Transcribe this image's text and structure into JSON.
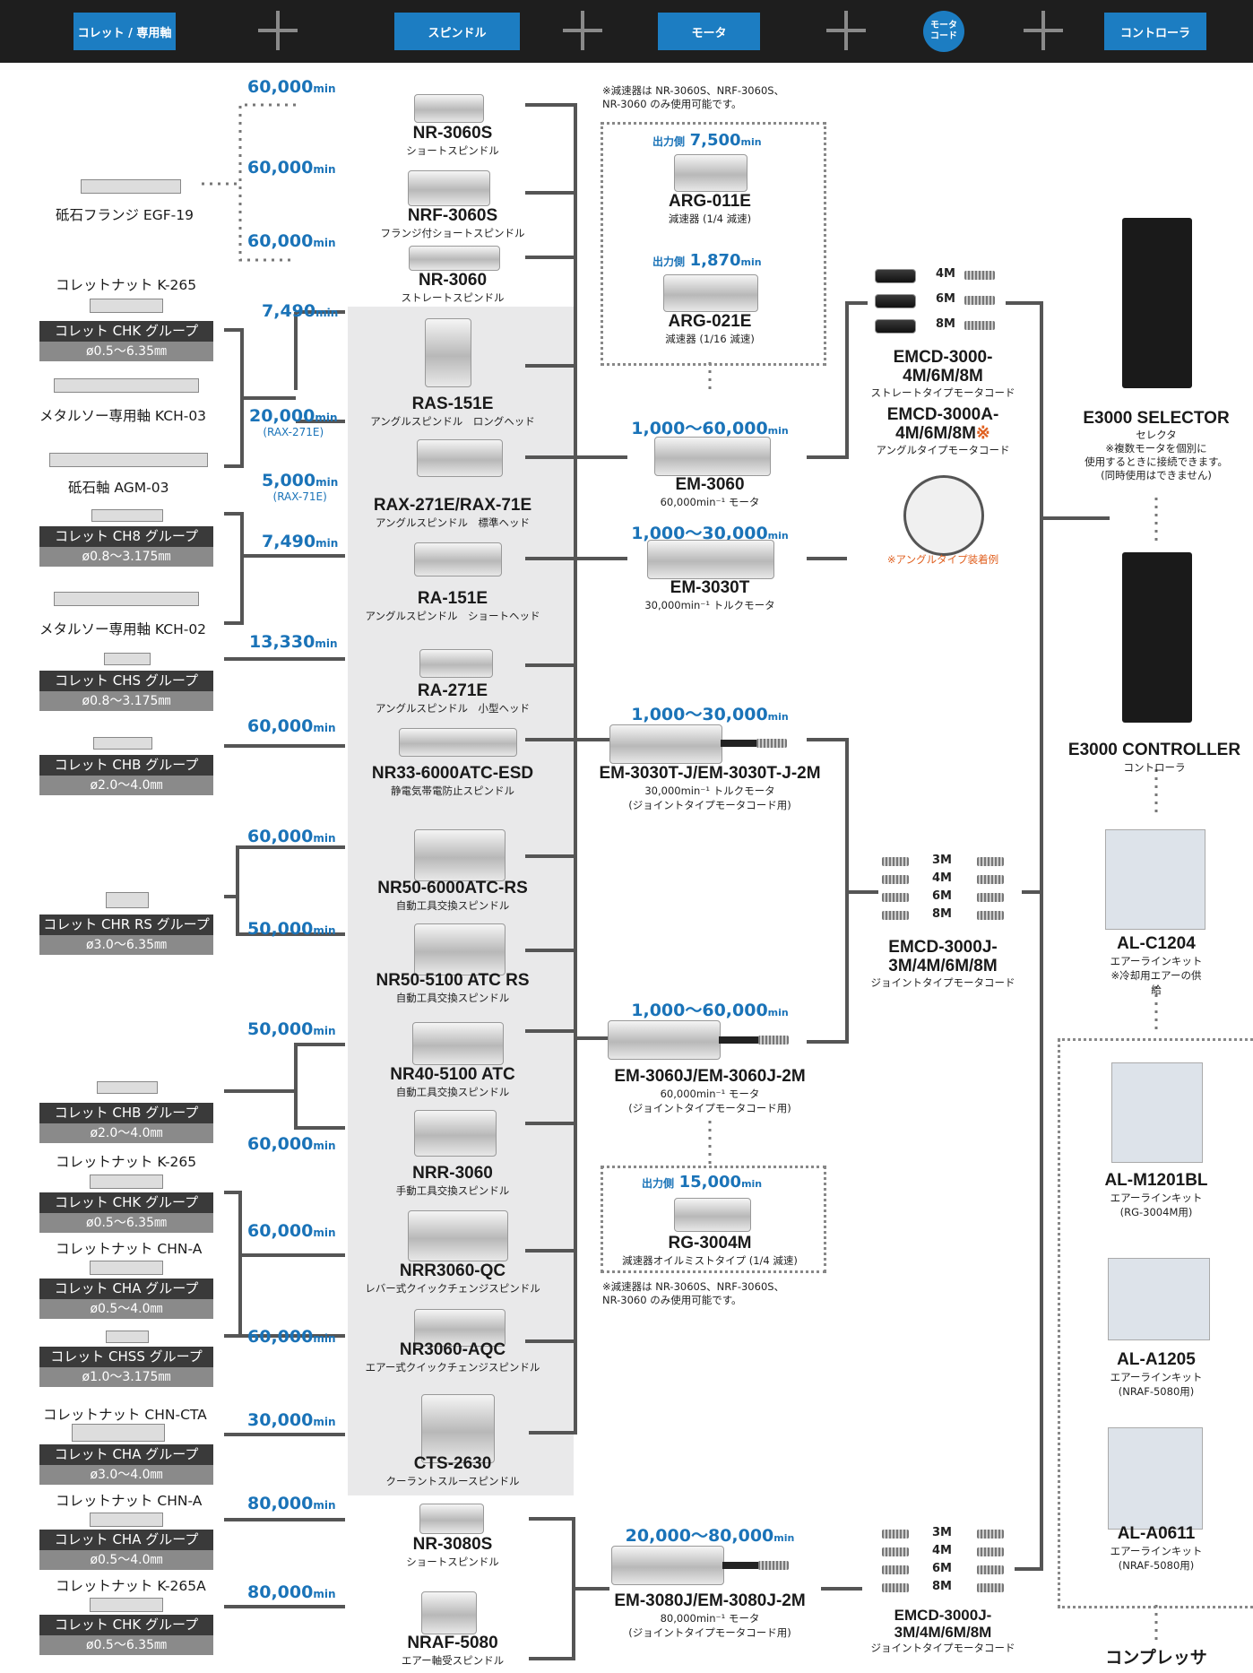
{
  "header": {
    "collet": "コレット / 専用軸",
    "spindle": "スピンドル",
    "motor": "モータ",
    "cord": "モータ\nコード",
    "controller": "コントローラ"
  },
  "speeds": {
    "s1": "60,000",
    "s2": "60,000",
    "s3": "60,000",
    "s4": "7,490",
    "s5": "20,000",
    "s5sub": "(RAX-271E)",
    "s6": "5,000",
    "s6sub": "(RAX-71E)",
    "s7": "7,490",
    "s8": "13,330",
    "s9": "60,000",
    "s10": "60,000",
    "s11": "50,000",
    "s12": "50,000",
    "s13": "60,000",
    "s14": "60,000",
    "s15": "60,000",
    "s16": "30,000",
    "s17": "80,000",
    "s18": "80,000",
    "unit": "min"
  },
  "spindles": [
    {
      "name": "NR-3060S",
      "sub": "ショートスピンドル"
    },
    {
      "name": "NRF-3060S",
      "sub": "フランジ付ショートスピンドル"
    },
    {
      "name": "NR-3060",
      "sub": "ストレートスピンドル"
    },
    {
      "name": "RAS-151E",
      "sub": "アングルスピンドル　ロングヘッド"
    },
    {
      "name": "RAX-271E/RAX-71E",
      "sub": "アングルスピンドル　標準ヘッド"
    },
    {
      "name": "RA-151E",
      "sub": "アングルスピンドル　ショートヘッド"
    },
    {
      "name": "RA-271E",
      "sub": "アングルスピンドル　小型ヘッド"
    },
    {
      "name": "NR33-6000ATC-ESD",
      "sub": "静電気帯電防止スピンドル"
    },
    {
      "name": "NR50-6000ATC-RS",
      "sub": "自動工具交換スピンドル"
    },
    {
      "name": "NR50-5100 ATC RS",
      "sub": "自動工具交換スピンドル"
    },
    {
      "name": "NR40-5100 ATC",
      "sub": "自動工具交換スピンドル"
    },
    {
      "name": "NRR-3060",
      "sub": "手動工具交換スピンドル"
    },
    {
      "name": "NRR3060-QC",
      "sub": "レバー式クイックチェンジスピンドル"
    },
    {
      "name": "NR3060-AQC",
      "sub": "エアー式クイックチェンジスピンドル"
    },
    {
      "name": "CTS-2630",
      "sub": "クーラントスルースピンドル"
    },
    {
      "name": "NR-3080S",
      "sub": "ショートスピンドル"
    },
    {
      "name": "NRAF-5080",
      "sub": "エアー軸受スピンドル"
    }
  ],
  "collets": {
    "egf": "砥石フランジ EGF-19",
    "k265a": "コレットナット K-265",
    "chk1": "コレット CHK グループ",
    "chk1d": "ø0.5～6.35㎜",
    "kch03": "メタルソー専用軸 KCH-03",
    "agm": "砥石軸 AGM-03",
    "ch8": "コレット CH8 グループ",
    "ch8d": "ø0.8～3.175㎜",
    "kch02": "メタルソー専用軸 KCH-02",
    "chs": "コレット CHS グループ",
    "chsd": "ø0.8～3.175㎜",
    "chb1": "コレット CHB グループ",
    "chb1d": "ø2.0～4.0㎜",
    "chr": "コレット CHR RS グループ",
    "chrd": "ø3.0～6.35㎜",
    "chb2": "コレット CHB グループ",
    "chb2d": "ø2.0～4.0㎜",
    "k265b": "コレットナット K-265",
    "chk2": "コレット CHK グループ",
    "chk2d": "ø0.5～6.35㎜",
    "chna1": "コレットナット CHN-A",
    "cha1": "コレット CHA グループ",
    "cha1d": "ø0.5～4.0㎜",
    "chss": "コレット CHSS グループ",
    "chssd": "ø1.0～3.175㎜",
    "chncta": "コレットナット CHN-CTA",
    "cha2": "コレット CHA グループ",
    "cha2d": "ø3.0～4.0㎜",
    "chna2": "コレットナット CHN-A",
    "cha3": "コレット CHA グループ",
    "cha3d": "ø0.5～4.0㎜",
    "k265c": "コレットナット K-265A",
    "chk3": "コレット CHK グループ",
    "chk3d": "ø0.5～6.35㎜"
  },
  "reducers": {
    "note1": "※減速器は NR-3060S、NRF-3060S、\nNR-3060 のみ使用可能です。",
    "out": "出力側",
    "arg011speed": "7,500",
    "arg011": "ARG-011E",
    "arg011sub": "減速器 (1/4 減速)",
    "arg021speed": "1,870",
    "arg021": "ARG-021E",
    "arg021sub": "減速器 (1/16 減速)",
    "rg3004speed": "15,000",
    "rg3004": "RG-3004M",
    "rg3004sub": "減速器オイルミストタイプ (1/4 減速)",
    "note2": "※減速器は NR-3060S、NRF-3060S、\nNR-3060 のみ使用可能です。"
  },
  "motors": {
    "em3060speed": "1,000～60,000",
    "em3060": "EM-3060",
    "em3060sub": "60,000min⁻¹ モータ",
    "em3030tspeed": "1,000～30,000",
    "em3030t": "EM-3030T",
    "em3030tsub": "30,000min⁻¹ トルクモータ",
    "em3030jspeed": "1,000～30,000",
    "em3030j": "EM-3030T-J/EM-3030T-J-2M",
    "em3030jsub": "30,000min⁻¹ トルクモータ\n(ジョイントタイプモータコード用)",
    "em3060jspeed": "1,000～60,000",
    "em3060j": "EM-3060J/EM-3060J-2M",
    "em3060jsub": "60,000min⁻¹ モータ\n(ジョイントタイプモータコード用)",
    "em3080jspeed": "20,000～80,000",
    "em3080j": "EM-3080J/EM-3080J-2M",
    "em3080jsub": "80,000min⁻¹ モータ\n(ジョイントタイプモータコード用)"
  },
  "cords": {
    "c1": "EMCD-3000-\n4M/6M/8M",
    "c1sub": "ストレートタイプモータコード",
    "c2": "EMCD-3000A-\n4M/6M/8M",
    "c2mark": "※",
    "c2sub": "アングルタイプモータコード",
    "anglenote": "※アングルタイプ装着例",
    "c3": "EMCD-3000J-\n3M/4M/6M/8M",
    "c3sub": "ジョイントタイプモータコード",
    "c4": "EMCD-3000J-\n3M/4M/6M/8M",
    "c4sub": "ジョイントタイプモータコード",
    "len": [
      "3M",
      "4M",
      "6M",
      "8M"
    ]
  },
  "controllers": {
    "sel": "E3000 SELECTOR",
    "selsub": "セレクタ\n※複数モータを個別に\n使用するときに接続できます。\n(同時使用はできません)",
    "ctl": "E3000 CONTROLLER",
    "ctlsub": "コントローラ",
    "alc": "AL-C1204",
    "alcsub": "エアーラインキット\n※冷却用エアーの供給",
    "alm": "AL-M1201BL",
    "almsub": "エアーラインキット\n(RG-3004M用)",
    "ala": "AL-A1205",
    "alasub": "エアーラインキット\n(NRAF-5080用)",
    "ala06": "AL-A0611",
    "ala06sub": "エアーラインキット\n(NRAF-5080用)",
    "comp": "コンプレッサ"
  },
  "colors": {
    "accent": "#1c7dc2",
    "speed": "#1a73b8",
    "darkbar": "#3a3a3a",
    "dimbar": "#8a8a8a"
  }
}
